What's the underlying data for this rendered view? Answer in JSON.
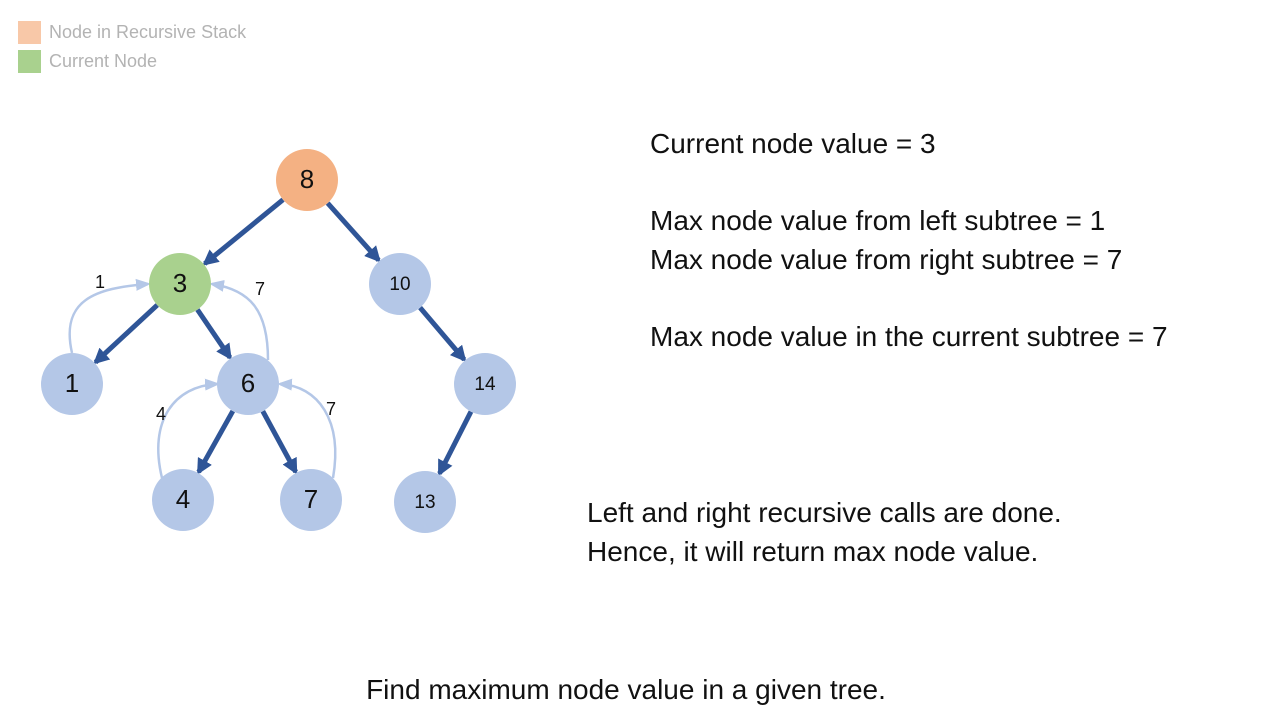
{
  "legend": [
    {
      "label": "Node in Recursive Stack",
      "color": "#f8c8a8"
    },
    {
      "label": "Current Node",
      "color": "#a9d18e"
    }
  ],
  "colors": {
    "stack_node": "#f4b183",
    "current_node": "#a9d18e",
    "node": "#b4c7e7",
    "edge": "#2f5597",
    "return_arc": "#b4c7e7"
  },
  "tree": {
    "nodes": [
      {
        "id": "n8",
        "value": "8",
        "state": "stack"
      },
      {
        "id": "n3",
        "value": "3",
        "state": "current"
      },
      {
        "id": "n10",
        "value": "10",
        "state": "normal"
      },
      {
        "id": "n1",
        "value": "1",
        "state": "normal"
      },
      {
        "id": "n6",
        "value": "6",
        "state": "normal"
      },
      {
        "id": "n14",
        "value": "14",
        "state": "normal"
      },
      {
        "id": "n4",
        "value": "4",
        "state": "normal"
      },
      {
        "id": "n7",
        "value": "7",
        "state": "normal"
      },
      {
        "id": "n13",
        "value": "13",
        "state": "normal"
      }
    ],
    "edges": [
      {
        "from": "n8",
        "to": "n3"
      },
      {
        "from": "n8",
        "to": "n10"
      },
      {
        "from": "n3",
        "to": "n1"
      },
      {
        "from": "n3",
        "to": "n6"
      },
      {
        "from": "n10",
        "to": "n14"
      },
      {
        "from": "n6",
        "to": "n4"
      },
      {
        "from": "n6",
        "to": "n7"
      },
      {
        "from": "n14",
        "to": "n13"
      }
    ],
    "returns": [
      {
        "from": "n1",
        "to": "n3",
        "label": "1"
      },
      {
        "from": "n6",
        "to": "n3",
        "label": "7"
      },
      {
        "from": "n4",
        "to": "n6",
        "label": "4"
      },
      {
        "from": "n7",
        "to": "n6",
        "label": "7"
      }
    ]
  },
  "info": {
    "current": "Current node value = 3",
    "left_max": "Max node value from left subtree = 1",
    "right_max": "Max node value from right subtree = 7",
    "subtree_max": "Max node value in the current subtree = 7"
  },
  "note": {
    "line1": "Left and right recursive calls are done.",
    "line2": "Hence, it will return max node value."
  },
  "footer": "Find maximum node value in a given tree."
}
